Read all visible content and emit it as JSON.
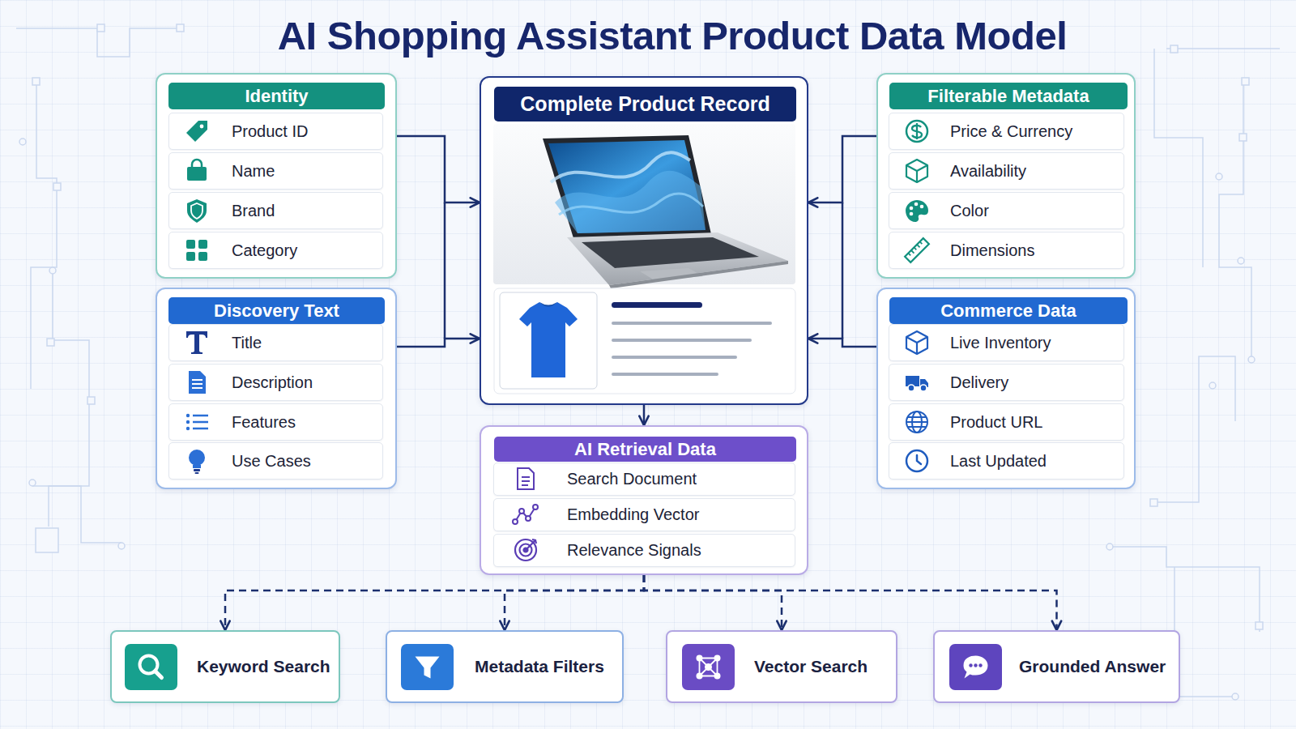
{
  "diagram": {
    "title": "AI Shopping Assistant Product Data Model",
    "nodes": [
      {
        "text": [
          "Identity"
        ]
      },
      {
        "text": [
          "Product ID"
        ],
        "in": 0
      },
      {
        "text": [
          "Name"
        ],
        "in": 0
      },
      {
        "text": [
          "Brand"
        ],
        "in": 0
      },
      {
        "text": [
          "Category"
        ],
        "in": 0
      },
      {
        "text": [
          "Complete Product Record"
        ]
      },
      {
        "text": [
          "Filterable Metadata"
        ]
      },
      {
        "text": [
          "Price & Currency"
        ],
        "in": 6
      },
      {
        "text": [
          "Availability"
        ],
        "in": 6
      },
      {
        "text": [
          "Color"
        ],
        "in": 6
      },
      {
        "text": [
          "Dimensions"
        ],
        "in": 6
      },
      {
        "text": [
          "Discovery Text"
        ]
      },
      {
        "text": [
          "Title"
        ],
        "in": 11
      },
      {
        "text": [
          "Description"
        ],
        "in": 11
      },
      {
        "text": [
          "Features"
        ],
        "in": 11
      },
      {
        "text": [
          "Use Cases"
        ],
        "in": 11
      },
      {
        "text": [
          "Commerce Data"
        ]
      },
      {
        "text": [
          "Live Inventory"
        ],
        "in": 16
      },
      {
        "text": [
          "Delivery"
        ],
        "in": 16
      },
      {
        "text": [
          "Product URL"
        ],
        "in": 16
      },
      {
        "text": [
          "Last Updated"
        ],
        "in": 16
      },
      {
        "text": [
          "AI Retrieval Data"
        ]
      },
      {
        "text": [
          "Search Document"
        ],
        "in": 21
      },
      {
        "text": [
          "Embedding Vector"
        ],
        "in": 21
      },
      {
        "text": [
          "Relevance Signals"
        ],
        "in": 21
      },
      {
        "text": [
          "Keyword Search"
        ]
      },
      {
        "text": [
          "Metadata Filters"
        ]
      },
      {
        "text": [
          "Vector Search"
        ]
      },
      {
        "text": [
          "Grounded Answer"
        ]
      }
    ],
    "edges": [
      {
        "from": 0,
        "to": 5,
        "arrow": "to"
      },
      {
        "from": 11,
        "to": 5,
        "arrow": "to"
      },
      {
        "from": 6,
        "to": 5,
        "arrow": "to"
      },
      {
        "from": 16,
        "to": 5,
        "arrow": "to"
      },
      {
        "from": 5,
        "to": 21,
        "arrow": "to"
      },
      {
        "from": 21,
        "to": 25,
        "arrow": "to"
      },
      {
        "from": 21,
        "to": 26,
        "arrow": "to"
      },
      {
        "from": 21,
        "to": 27,
        "arrow": "to"
      },
      {
        "from": 21,
        "to": 28,
        "arrow": "to"
      }
    ]
  }
}
